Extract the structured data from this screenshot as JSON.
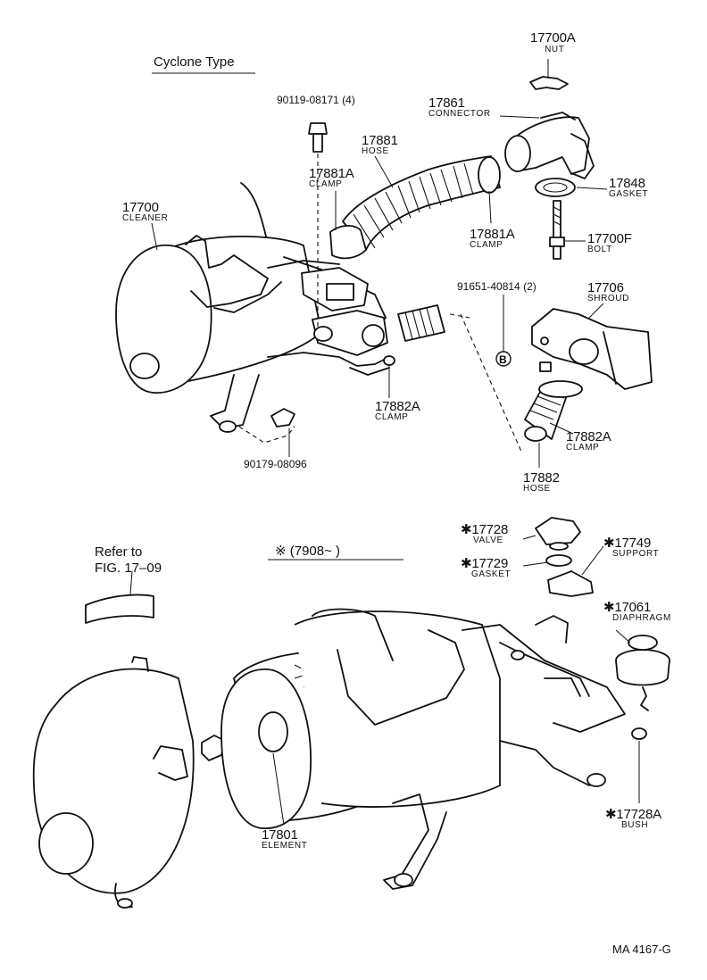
{
  "title": "Cyclone Type",
  "variant_note": "※  (7908~      )",
  "reference": {
    "line1": "Refer to",
    "line2": "FIG. 17–09"
  },
  "drawing_code": "MA 4167-G",
  "parts": [
    {
      "id": "p17700A",
      "number": "17700A",
      "name": "NUT"
    },
    {
      "id": "p90119",
      "number": "90119-08171 (4)",
      "name": ""
    },
    {
      "id": "p17861",
      "number": "17861",
      "name": "CONNECTOR"
    },
    {
      "id": "p17881",
      "number": "17881",
      "name": "HOSE"
    },
    {
      "id": "p17881A_top",
      "number": "17881A",
      "name": "CLAMP"
    },
    {
      "id": "p17700",
      "number": "17700",
      "name": "CLEANER"
    },
    {
      "id": "p17848",
      "number": "17848",
      "name": "GASKET"
    },
    {
      "id": "p17881A_mid",
      "number": "17881A",
      "name": "CLAMP"
    },
    {
      "id": "p17700F",
      "number": "17700F",
      "name": "BOLT"
    },
    {
      "id": "p91651",
      "number": "91651-40814 (2)",
      "name": ""
    },
    {
      "id": "p17706",
      "number": "17706",
      "name": "SHROUD"
    },
    {
      "id": "p17882A_left",
      "number": "17882A",
      "name": "CLAMP"
    },
    {
      "id": "p17882A_right",
      "number": "17882A",
      "name": "CLAMP"
    },
    {
      "id": "p90179",
      "number": "90179-08096",
      "name": ""
    },
    {
      "id": "p17882",
      "number": "17882",
      "name": "HOSE"
    },
    {
      "id": "p17728",
      "number": "✱17728",
      "name": "VALVE"
    },
    {
      "id": "p17749",
      "number": "✱17749",
      "name": "SUPPORT"
    },
    {
      "id": "p17729",
      "number": "✱17729",
      "name": "GASKET"
    },
    {
      "id": "p17061",
      "number": "✱17061",
      "name": "DIAPHRAGM"
    },
    {
      "id": "p17801",
      "number": "17801",
      "name": "ELEMENT"
    },
    {
      "id": "p17728A",
      "number": "✱17728A",
      "name": "BUSH"
    }
  ],
  "callout_symbol": "B"
}
